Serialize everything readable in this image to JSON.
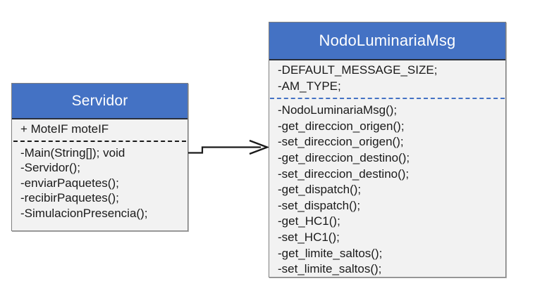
{
  "diagram": {
    "type": "uml-class-diagram",
    "background_color": "#ffffff",
    "accent_color": "#4472C4",
    "body_color": "#F2F2F2",
    "text_color": "#1A1A1A",
    "header_text_color": "#FFFFFF"
  },
  "classes": [
    {
      "id": "servidor",
      "name": "Servidor",
      "attributes": [
        "+ MoteIF moteIF"
      ],
      "methods": [
        "-Main(String[]); void",
        "-Servidor();",
        "-enviarPaquetes();",
        "-recibirPaquetes();",
        "-SimulacionPresencia();"
      ],
      "separator_style": "dashed-dark"
    },
    {
      "id": "nodoluminariamsg",
      "name": "NodoLuminariaMsg",
      "attributes": [
        "-DEFAULT_MESSAGE_SIZE;",
        "-AM_TYPE;"
      ],
      "methods": [
        "-NodoLuminariaMsg();",
        "-get_direccion_origen();",
        "-set_direccion_origen();",
        "-get_direccion_destino();",
        "-set_direccion_destino();",
        "-get_dispatch();",
        "-set_dispatch();",
        "-get_HC1();",
        "-set_HC1();",
        "-get_limite_saltos();",
        "-set_limite_saltos();"
      ],
      "separator_style": "dashed-blue"
    }
  ],
  "connectors": [
    {
      "id": "servidor-to-nodoluminariamsg",
      "from": "servidor",
      "to": "nodoluminariamsg",
      "style": "orthogonal-stepped",
      "arrowhead": "open-arrow",
      "line_color": "#1A1A1A"
    }
  ]
}
